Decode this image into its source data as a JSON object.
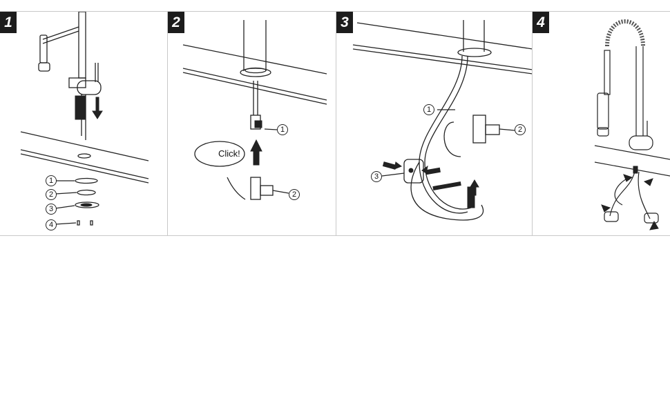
{
  "steps": [
    {
      "number": "1",
      "callouts": [
        "1",
        "2",
        "3",
        "4"
      ]
    },
    {
      "number": "2",
      "callouts": [
        "1",
        "2"
      ],
      "bubble_text": "Click!"
    },
    {
      "number": "3",
      "callouts": [
        "1",
        "2",
        "3"
      ]
    },
    {
      "number": "4",
      "callouts": []
    }
  ],
  "colors": {
    "line": "#222222",
    "badge": "#1c1c1c",
    "divider": "#c8c8c8"
  }
}
